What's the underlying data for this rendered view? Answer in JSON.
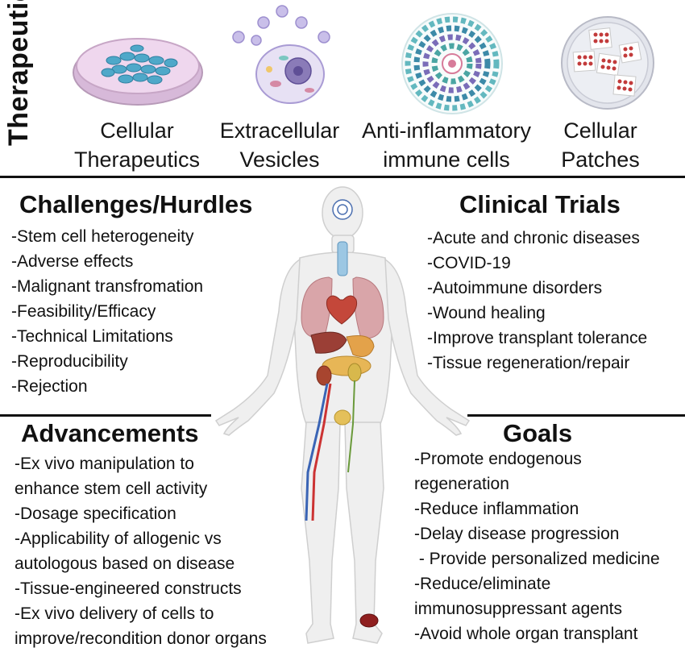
{
  "side_title": "Therapeutics",
  "therapeutics": [
    {
      "line1": "Cellular",
      "line2": "Therapeutics"
    },
    {
      "line1": "Extracellular",
      "line2": "Vesicles"
    },
    {
      "line1": "Anti-inflammatory",
      "line2": "immune cells"
    },
    {
      "line1": "Cellular",
      "line2": "Patches"
    }
  ],
  "challenges": {
    "title": "Challenges/Hurdles",
    "items": [
      "-Stem cell heterogeneity",
      "-Adverse effects",
      "-Malignant transfromation",
      "-Feasibility/Efficacy",
      "-Technical Limitations",
      "-Reproducibility",
      "-Rejection"
    ]
  },
  "clinical_trials": {
    "title": "Clinical Trials",
    "items": [
      "-Acute and chronic diseases",
      "-COVID-19",
      "-Autoimmune disorders",
      "-Wound healing",
      "-Improve transplant tolerance",
      "-Tissue regeneration/repair"
    ]
  },
  "advancements": {
    "title": "Advancements",
    "items": [
      "-Ex vivo manipulation to",
      "enhance stem cell activity",
      "-Dosage specification",
      "-Applicability of allogenic vs",
      "autologous based on disease",
      "-Tissue-engineered constructs",
      "-Ex vivo delivery  of cells to",
      "improve/recondition donor organs"
    ]
  },
  "goals": {
    "title": "Goals",
    "items": [
      "-Promote endogenous",
      "regeneration",
      "-Reduce inflammation",
      "-Delay disease progression",
      " - Provide personalized medicine",
      "-Reduce/eliminate",
      "immunosuppressant agents",
      "-Avoid whole organ transplant"
    ]
  },
  "colors": {
    "dish_fill": "#e8c9e6",
    "cell_fill": "#4fa8c9",
    "vesicle": "#b9a8dd",
    "patch": "#c23b3b",
    "body_fill": "#eeeeee",
    "body_stroke": "#c8c8c8"
  }
}
